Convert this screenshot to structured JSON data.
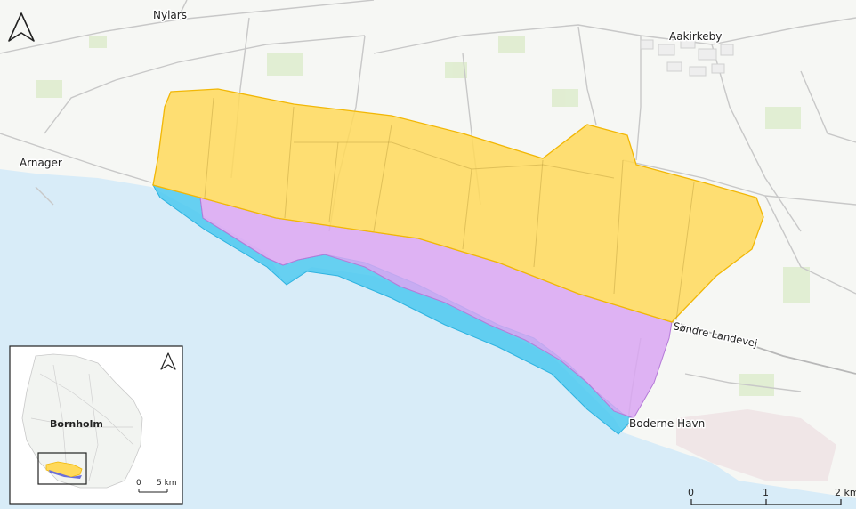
{
  "places": {
    "nylars": "Nylars",
    "aakirkeby": "Aakirkeby",
    "arnager": "Arnager",
    "boderne_havn": "Boderne Havn",
    "road_sondre": "Søndre Landevej"
  },
  "inset": {
    "island_label": "Bornholm",
    "scale_0": "0",
    "scale_5": "5 km"
  },
  "scalebar": {
    "t0": "0",
    "t1": "1",
    "t2": "2 km"
  },
  "colors": {
    "sea": "#d7ecf8",
    "land": "#f7f8f5",
    "yellow_zone": "#ffd95a",
    "purple_zone": "#d9a6f2",
    "blue_zone": "#4cc9f0",
    "road": "#c9c9c9"
  },
  "icons": {
    "north_arrow": "north-arrow-icon"
  }
}
